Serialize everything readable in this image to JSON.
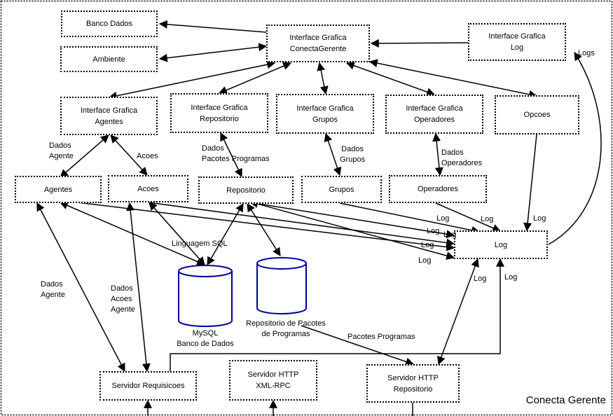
{
  "frame": {
    "title": "Conecta Gerente"
  },
  "boxes": {
    "banco_dados": "Banco Dados",
    "ambiente": "Ambiente",
    "ig_conecta_1": "Interface Grafica",
    "ig_conecta_2": "ConectaGerente",
    "ig_log_1": "Interface Grafica",
    "ig_log_2": "Log",
    "ig_agentes_1": "Interface Grafica",
    "ig_agentes_2": "Agentes",
    "ig_repositorio_1": "Interface Grafica",
    "ig_repositorio_2": "Repositorio",
    "ig_grupos_1": "Interface Grafica",
    "ig_grupos_2": "Grupos",
    "ig_operadores_1": "Interface Grafica",
    "ig_operadores_2": "Operadores",
    "opcoes": "Opcoes",
    "agentes": "Agentes",
    "acoes": "Acoes",
    "repositorio": "Repositorio",
    "grupos": "Grupos",
    "operadores": "Operadores",
    "log": "Log",
    "servidor_requisicoes": "Servidor Requisicoes",
    "servidor_xmlrpc_1": "Servidor HTTP",
    "servidor_xmlrpc_2": "XML-RPC",
    "servidor_repo_1": "Servidor HTTP",
    "servidor_repo_2": "Repositorio"
  },
  "databases": {
    "mysql_1": "MySQL",
    "mysql_2": "Banco de Dados",
    "repo_1": "Repositorio de Pacotes",
    "repo_2": "de Programas"
  },
  "edge_labels": {
    "logs": "Logs",
    "dados_agente_a": "Dados",
    "dados_agente_b": "Agente",
    "acoes": "Acoes",
    "dados_pacotes_a": "Dados",
    "dados_pacotes_b": "Pacotes Programas",
    "dados_grupos_a": "Dados",
    "dados_grupos_b": "Grupos",
    "dados_operadores_a": "Dados",
    "dados_operadores_b": "Operadores",
    "log1": "Log",
    "log2": "Log",
    "log3": "Log",
    "log4": "Log",
    "log5": "Log",
    "log6": "Log",
    "log7": "Log",
    "log8": "Log",
    "log9": "Log",
    "linguagem_sql": "Linguagem SQL",
    "dados_agente2_a": "Dados",
    "dados_agente2_b": "Agente",
    "dados_acoes_agente_a": "Dados",
    "dados_acoes_agente_b": "Acoes",
    "dados_acoes_agente_c": "Agente",
    "pacotes_programas": "Pacotes Programas"
  }
}
